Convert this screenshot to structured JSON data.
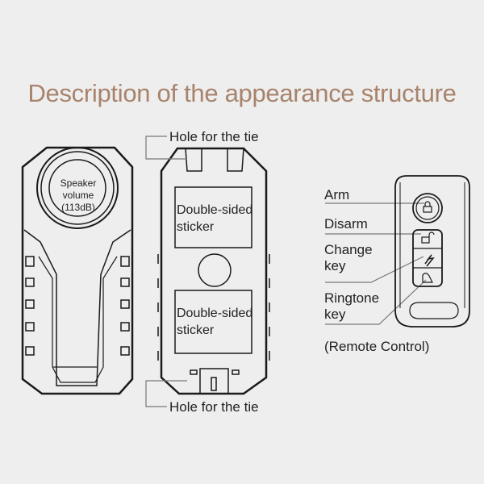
{
  "title": "Description of the appearance structure",
  "front": {
    "speaker_line1": "Speaker",
    "speaker_line2": "volume",
    "speaker_line3": "(113dB)"
  },
  "back": {
    "top_label": "Hole for the tie",
    "bottom_label": "Hole for the tie",
    "sticker_top_line1": "Double-sided",
    "sticker_top_line2": "sticker",
    "sticker_bottom_line1": "Double-sided",
    "sticker_bottom_line2": "sticker"
  },
  "remote": {
    "arm": "Arm",
    "disarm": "Disarm",
    "change_line1": "Change",
    "change_line2": "key",
    "ringtone_line1": "Ringtone",
    "ringtone_line2": "key",
    "caption": "(Remote Control)"
  },
  "colors": {
    "title": "#a8836c",
    "background": "#eeeeee"
  }
}
